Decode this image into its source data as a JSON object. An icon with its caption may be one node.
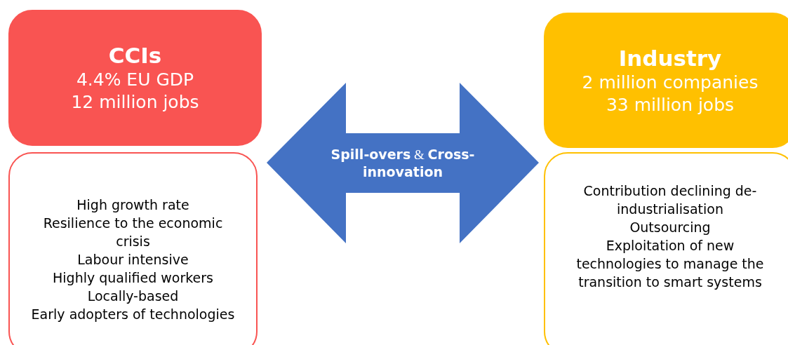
{
  "diagram": {
    "nodes": [
      {
        "text": [
          "CCIs",
          "4.4% EU GDP",
          "12 million jobs"
        ]
      },
      {
        "text": [
          "High growth rate",
          "Resilience to the economic crisis",
          "Labour intensive",
          "Highly qualified workers",
          "Locally-based",
          "Early adopters of technologies"
        ]
      },
      {
        "text": [
          "**Spill-overs** & **Cross-innovation**"
        ]
      },
      {
        "text": [
          "Industry",
          "2 million companies",
          "33 million jobs"
        ]
      },
      {
        "text": [
          "Contribution declining de-industrialisation",
          "Outsourcing",
          "Exploitation of new technologies to manage the transition to smart systems"
        ]
      }
    ]
  }
}
